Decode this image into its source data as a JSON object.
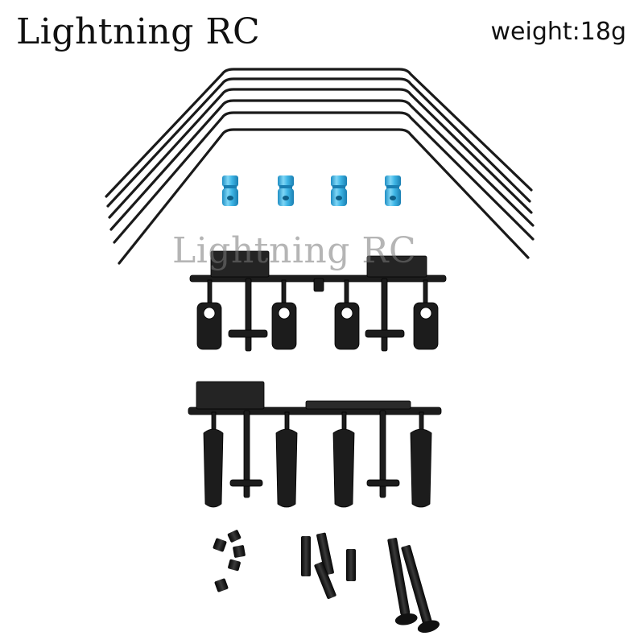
{
  "header": {
    "brand": "Lightning RC",
    "weight": "weight:18g"
  },
  "watermark": "Lightning RC",
  "colors": {
    "background": "#ffffff",
    "wire": "#1a1a1a",
    "plastic": "#1c1c1c",
    "aluminum_blue": "#3fb6e6",
    "screw": "#101010"
  }
}
